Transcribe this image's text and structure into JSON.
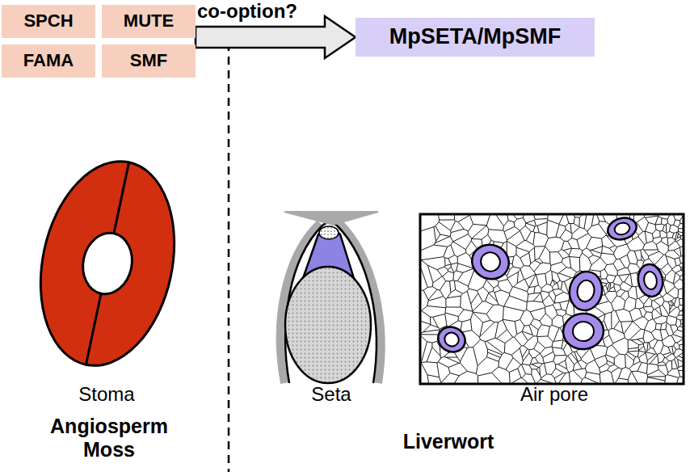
{
  "diagram": {
    "nodes": [
      {
        "text": [
          "SPCH"
        ]
      },
      {
        "text": [
          "MUTE"
        ]
      },
      {
        "text": [
          "FAMA"
        ]
      },
      {
        "text": [
          "SMF"
        ]
      },
      {
        "text": [
          "MpSETA/MpSMF"
        ]
      }
    ],
    "edges": [
      {
        "from": 1,
        "to": 4,
        "arrow": "to",
        "label": "co-option?"
      }
    ],
    "labels": [
      "Stoma",
      "Seta",
      "Air pore",
      "Angiosperm Moss",
      "Liverwort"
    ]
  }
}
